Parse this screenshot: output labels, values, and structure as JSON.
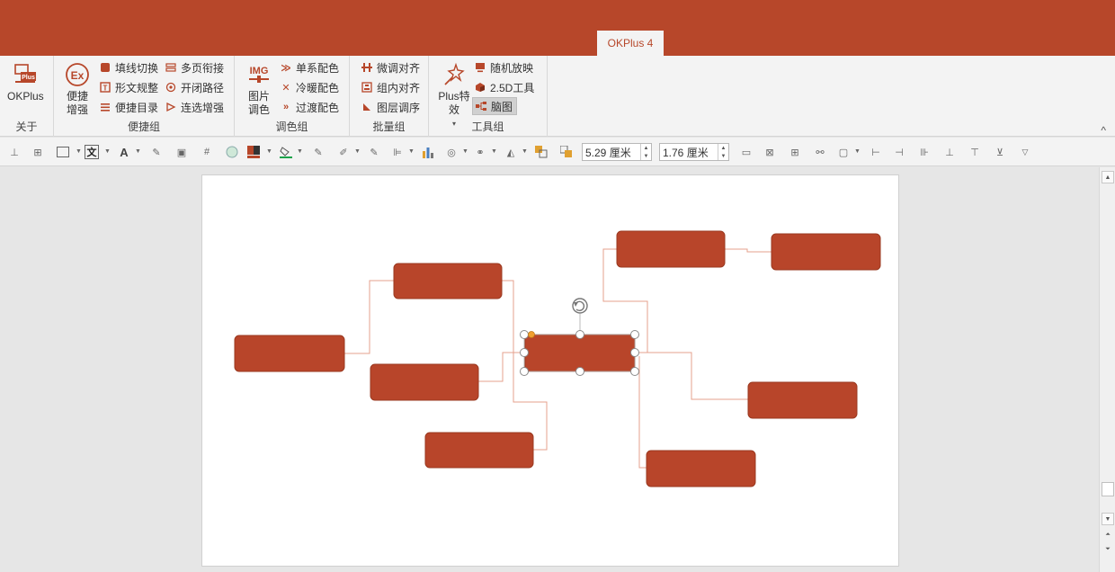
{
  "ribbon": {
    "active_tab": "OKPlus 4",
    "collapse_glyph": "^",
    "groups": [
      {
        "label": "关于"
      },
      {
        "label": "便捷组"
      },
      {
        "label": "调色组"
      },
      {
        "label": "批量组"
      },
      {
        "label": "工具组"
      }
    ],
    "okplus_label": "OKPlus",
    "convenience_label": "便捷增强",
    "image_color_label": "图片调色",
    "plus_effect_label": "Plus特效",
    "items": {
      "stroke_fill_switch": "填线切换",
      "text_box_normalize": "形文规整",
      "quick_toc": "便捷目录",
      "multi_page_connect": "多页衔接",
      "open_close_path": "开闭路径",
      "continuous_select": "连选增强",
      "single_color": "单系配色",
      "cool_warm_color": "冷暖配色",
      "gradient_color": "过渡配色",
      "fine_align": "微调对齐",
      "group_align": "组内对齐",
      "layer_order": "图层调序",
      "random_show": "随机放映",
      "tool_25d": "2.5D工具",
      "mind_map": "脑图"
    }
  },
  "toolbar": {
    "width_value": "5.29 厘米",
    "height_value": "1.76 厘米"
  },
  "colors": {
    "brand": "#b7472a",
    "node_fill": "#b8452a",
    "connector": "#e6a08c"
  }
}
